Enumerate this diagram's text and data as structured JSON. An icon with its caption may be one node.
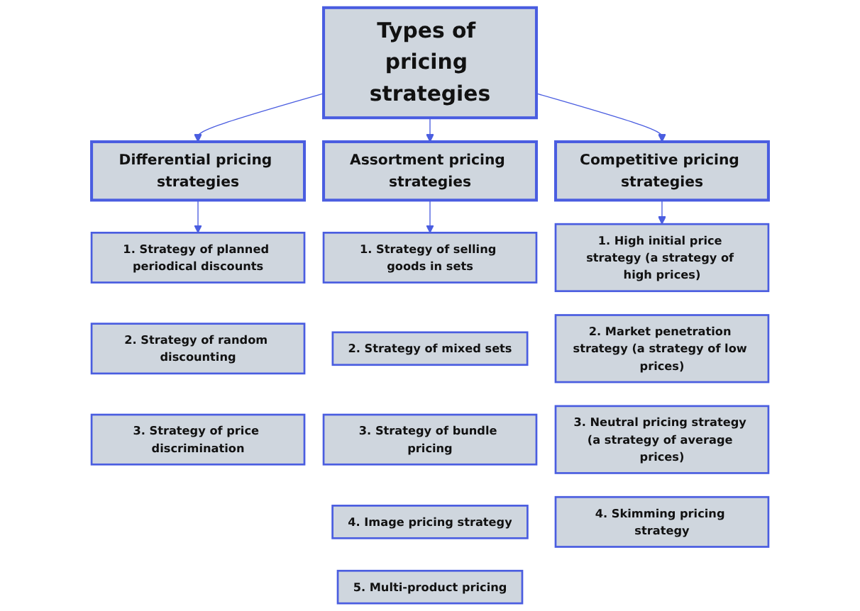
{
  "diagram": {
    "nodes": [
      {
        "text": [
          "Types of pricing strategies"
        ]
      },
      {
        "text": [
          "Differential pricing strategies"
        ]
      },
      {
        "text": [
          "Assortment pricing strategies"
        ]
      },
      {
        "text": [
          "Competitive pricing strategies"
        ]
      },
      {
        "text": [
          "1. Strategy of planned periodical discounts"
        ]
      },
      {
        "text": [
          "2. Strategy of random discounting"
        ]
      },
      {
        "text": [
          "3. Strategy of price discrimination"
        ]
      },
      {
        "text": [
          "1. Strategy of selling goods in sets"
        ]
      },
      {
        "text": [
          "2. Strategy of mixed sets"
        ]
      },
      {
        "text": [
          "3. Strategy of bundle pricing"
        ]
      },
      {
        "text": [
          "4. Image pricing strategy"
        ]
      },
      {
        "text": [
          "5. Multi-product pricing"
        ]
      },
      {
        "text": [
          "1. High initial price strategy (a strategy of high prices)"
        ]
      },
      {
        "text": [
          "2. Market penetration strategy (a strategy of low prices)"
        ]
      },
      {
        "text": [
          "3. Neutral pricing strategy (a strategy of average prices)"
        ]
      },
      {
        "text": [
          "4. Skimming pricing strategy"
        ]
      }
    ],
    "edges": [
      {
        "from": 0,
        "to": 1,
        "arrow": "to"
      },
      {
        "from": 0,
        "to": 2,
        "arrow": "to"
      },
      {
        "from": 0,
        "to": 3,
        "arrow": "to"
      },
      {
        "from": 1,
        "to": 4,
        "arrow": "to"
      },
      {
        "from": 2,
        "to": 7,
        "arrow": "to"
      },
      {
        "from": 3,
        "to": 12,
        "arrow": "to"
      }
    ]
  }
}
